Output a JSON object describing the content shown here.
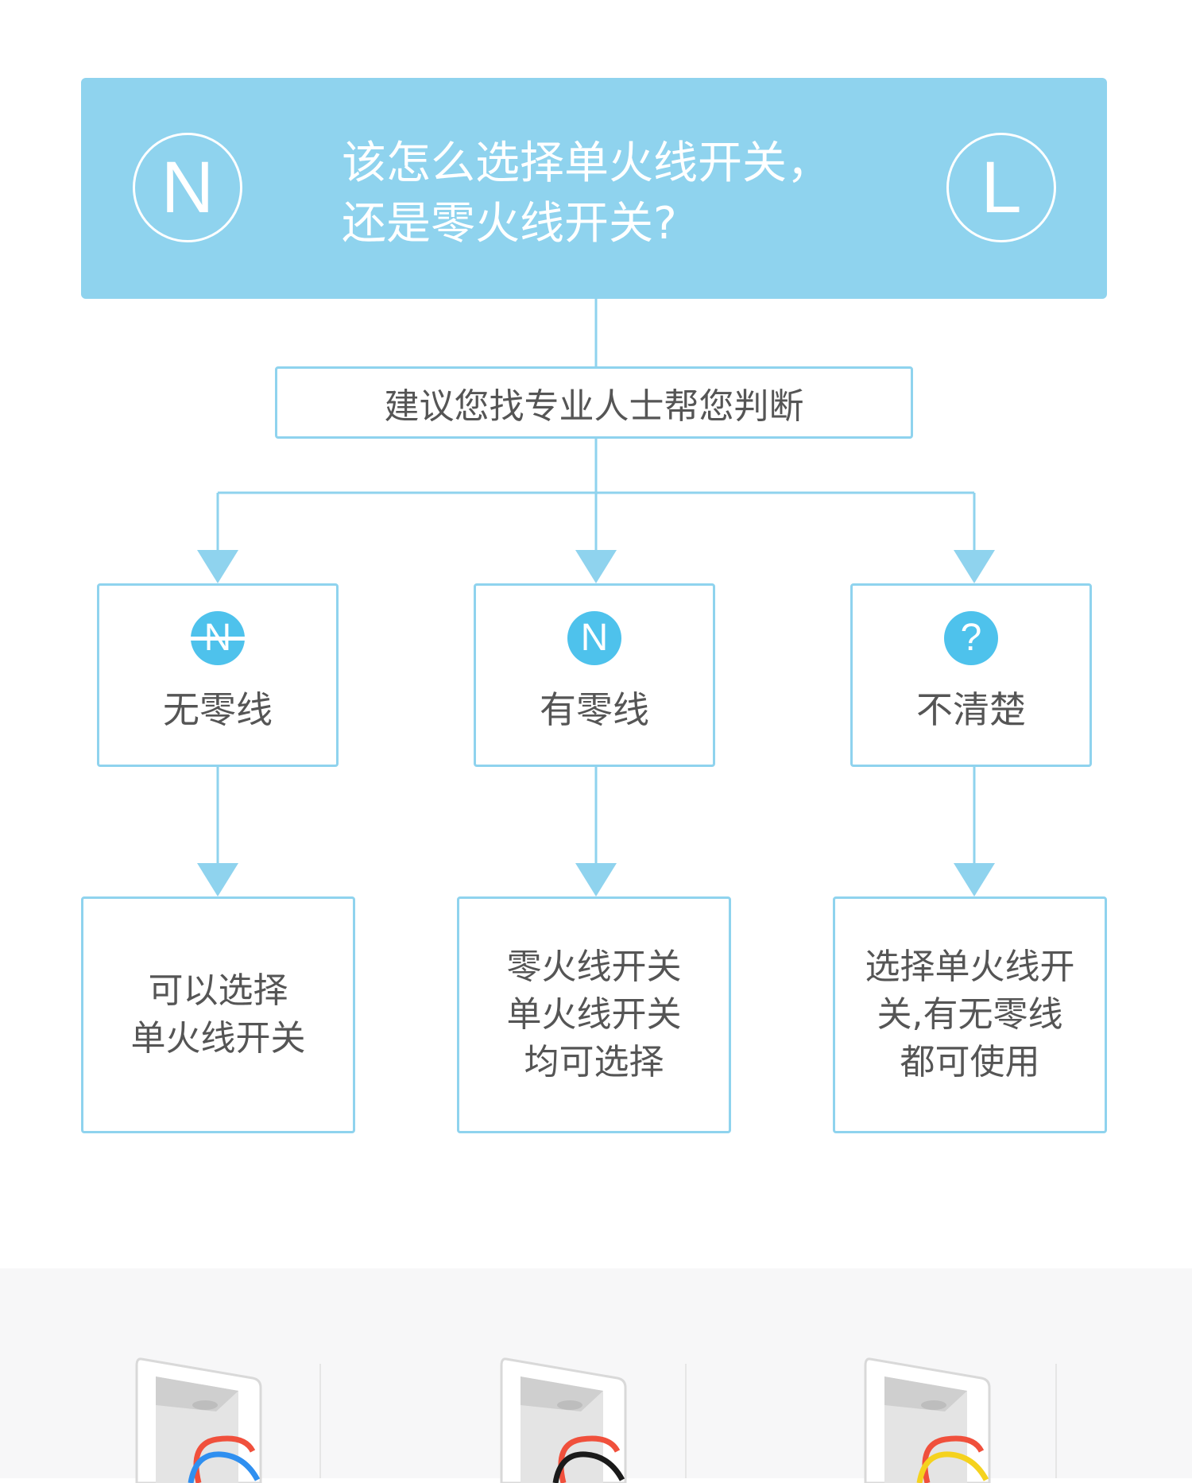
{
  "header": {
    "title_line1": "该怎么选择单火线开关，",
    "title_line2": "还是零火线开关?",
    "left_badge": "N",
    "right_badge": "L"
  },
  "advice": {
    "text": "建议您找专业人士帮您判断"
  },
  "conditions": [
    {
      "icon": "N",
      "icon_name": "no-neutral-icon",
      "label": "无零线"
    },
    {
      "icon": "N",
      "icon_name": "neutral-icon",
      "label": "有零线"
    },
    {
      "icon": "?",
      "icon_name": "question-icon",
      "label": "不清楚"
    }
  ],
  "results": [
    {
      "lines": [
        "可以选择",
        "单火线开关"
      ]
    },
    {
      "lines": [
        "零火线开关",
        "单火线开关",
        "均可选择"
      ]
    },
    {
      "lines": [
        "选择单火线开",
        "关,有无零线",
        "都可使用"
      ]
    }
  ],
  "colors": {
    "accent": "#8fd3ee",
    "icon_fill": "#4ec2ec",
    "text": "#555555",
    "wire_red": "#f0503c",
    "wire_blue": "#2f8ff0",
    "wire_black": "#1a1a1a",
    "wire_yellow": "#f5d21e"
  },
  "illustrations": [
    {
      "name": "switch-box-red-blue-wires"
    },
    {
      "name": "switch-box-red-black-wires"
    },
    {
      "name": "switch-box-red-yellow-wires"
    }
  ]
}
